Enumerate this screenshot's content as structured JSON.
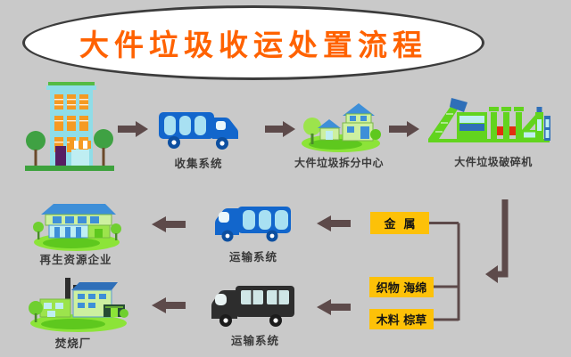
{
  "title": "大件垃圾收运处置流程",
  "nodes": {
    "residence": {
      "label": ""
    },
    "collection": {
      "label": "收集系统"
    },
    "dismantle_center": {
      "label": "大件垃圾拆分中心"
    },
    "crusher": {
      "label": "大件垃圾破碎机"
    },
    "recycling_company": {
      "label": "再生资源企业"
    },
    "transport_mid": {
      "label": "运输系统"
    },
    "transport_bottom": {
      "label": "运输系统"
    },
    "incineration_plant": {
      "label": "焚烧厂"
    }
  },
  "categories": {
    "metal": "金属",
    "fabric_sponge": "织物 海绵",
    "wood_palm": "木料 棕草"
  },
  "icons": [
    "residence-building-icon",
    "right-arrow-icon",
    "collection-truck-icon",
    "dismantle-center-icon",
    "crusher-machine-icon",
    "down-left-arrow-icon",
    "left-arrow-icon",
    "recycling-plant-icon",
    "transport-truck-blue-icon",
    "transport-truck-black-icon",
    "incineration-plant-icon",
    "category-bracket-connector"
  ],
  "colors": {
    "background": "#c9c9c9",
    "ellipse_fill": "#ffffff",
    "ellipse_border": "#3c3c3c",
    "title_text": "#ff6200",
    "arrow": "#5d4a4a",
    "tag_bg": "#fdc108",
    "tag_text": "#141414",
    "label_text": "#3b3b3b",
    "truck_blue": "#1266cc",
    "truck_window_blue": "#a8e0f2",
    "truck_black": "#2d2d2d",
    "truck_window_gray": "#cfe6e6",
    "green_primary": "#62d41e",
    "green_lawn": "#8ce438",
    "green_dark": "#5ec81e",
    "wall_light_green": "#cdf0a0",
    "roof_blue": "#3e8fd8",
    "machine_blue": "#2f6fb8",
    "machine_red": "#e03010",
    "building_cyan": "#8fdde8",
    "window_orange": "#f59a23",
    "door_purple": "#571e63",
    "cyan_panel": "#bfeef2"
  }
}
